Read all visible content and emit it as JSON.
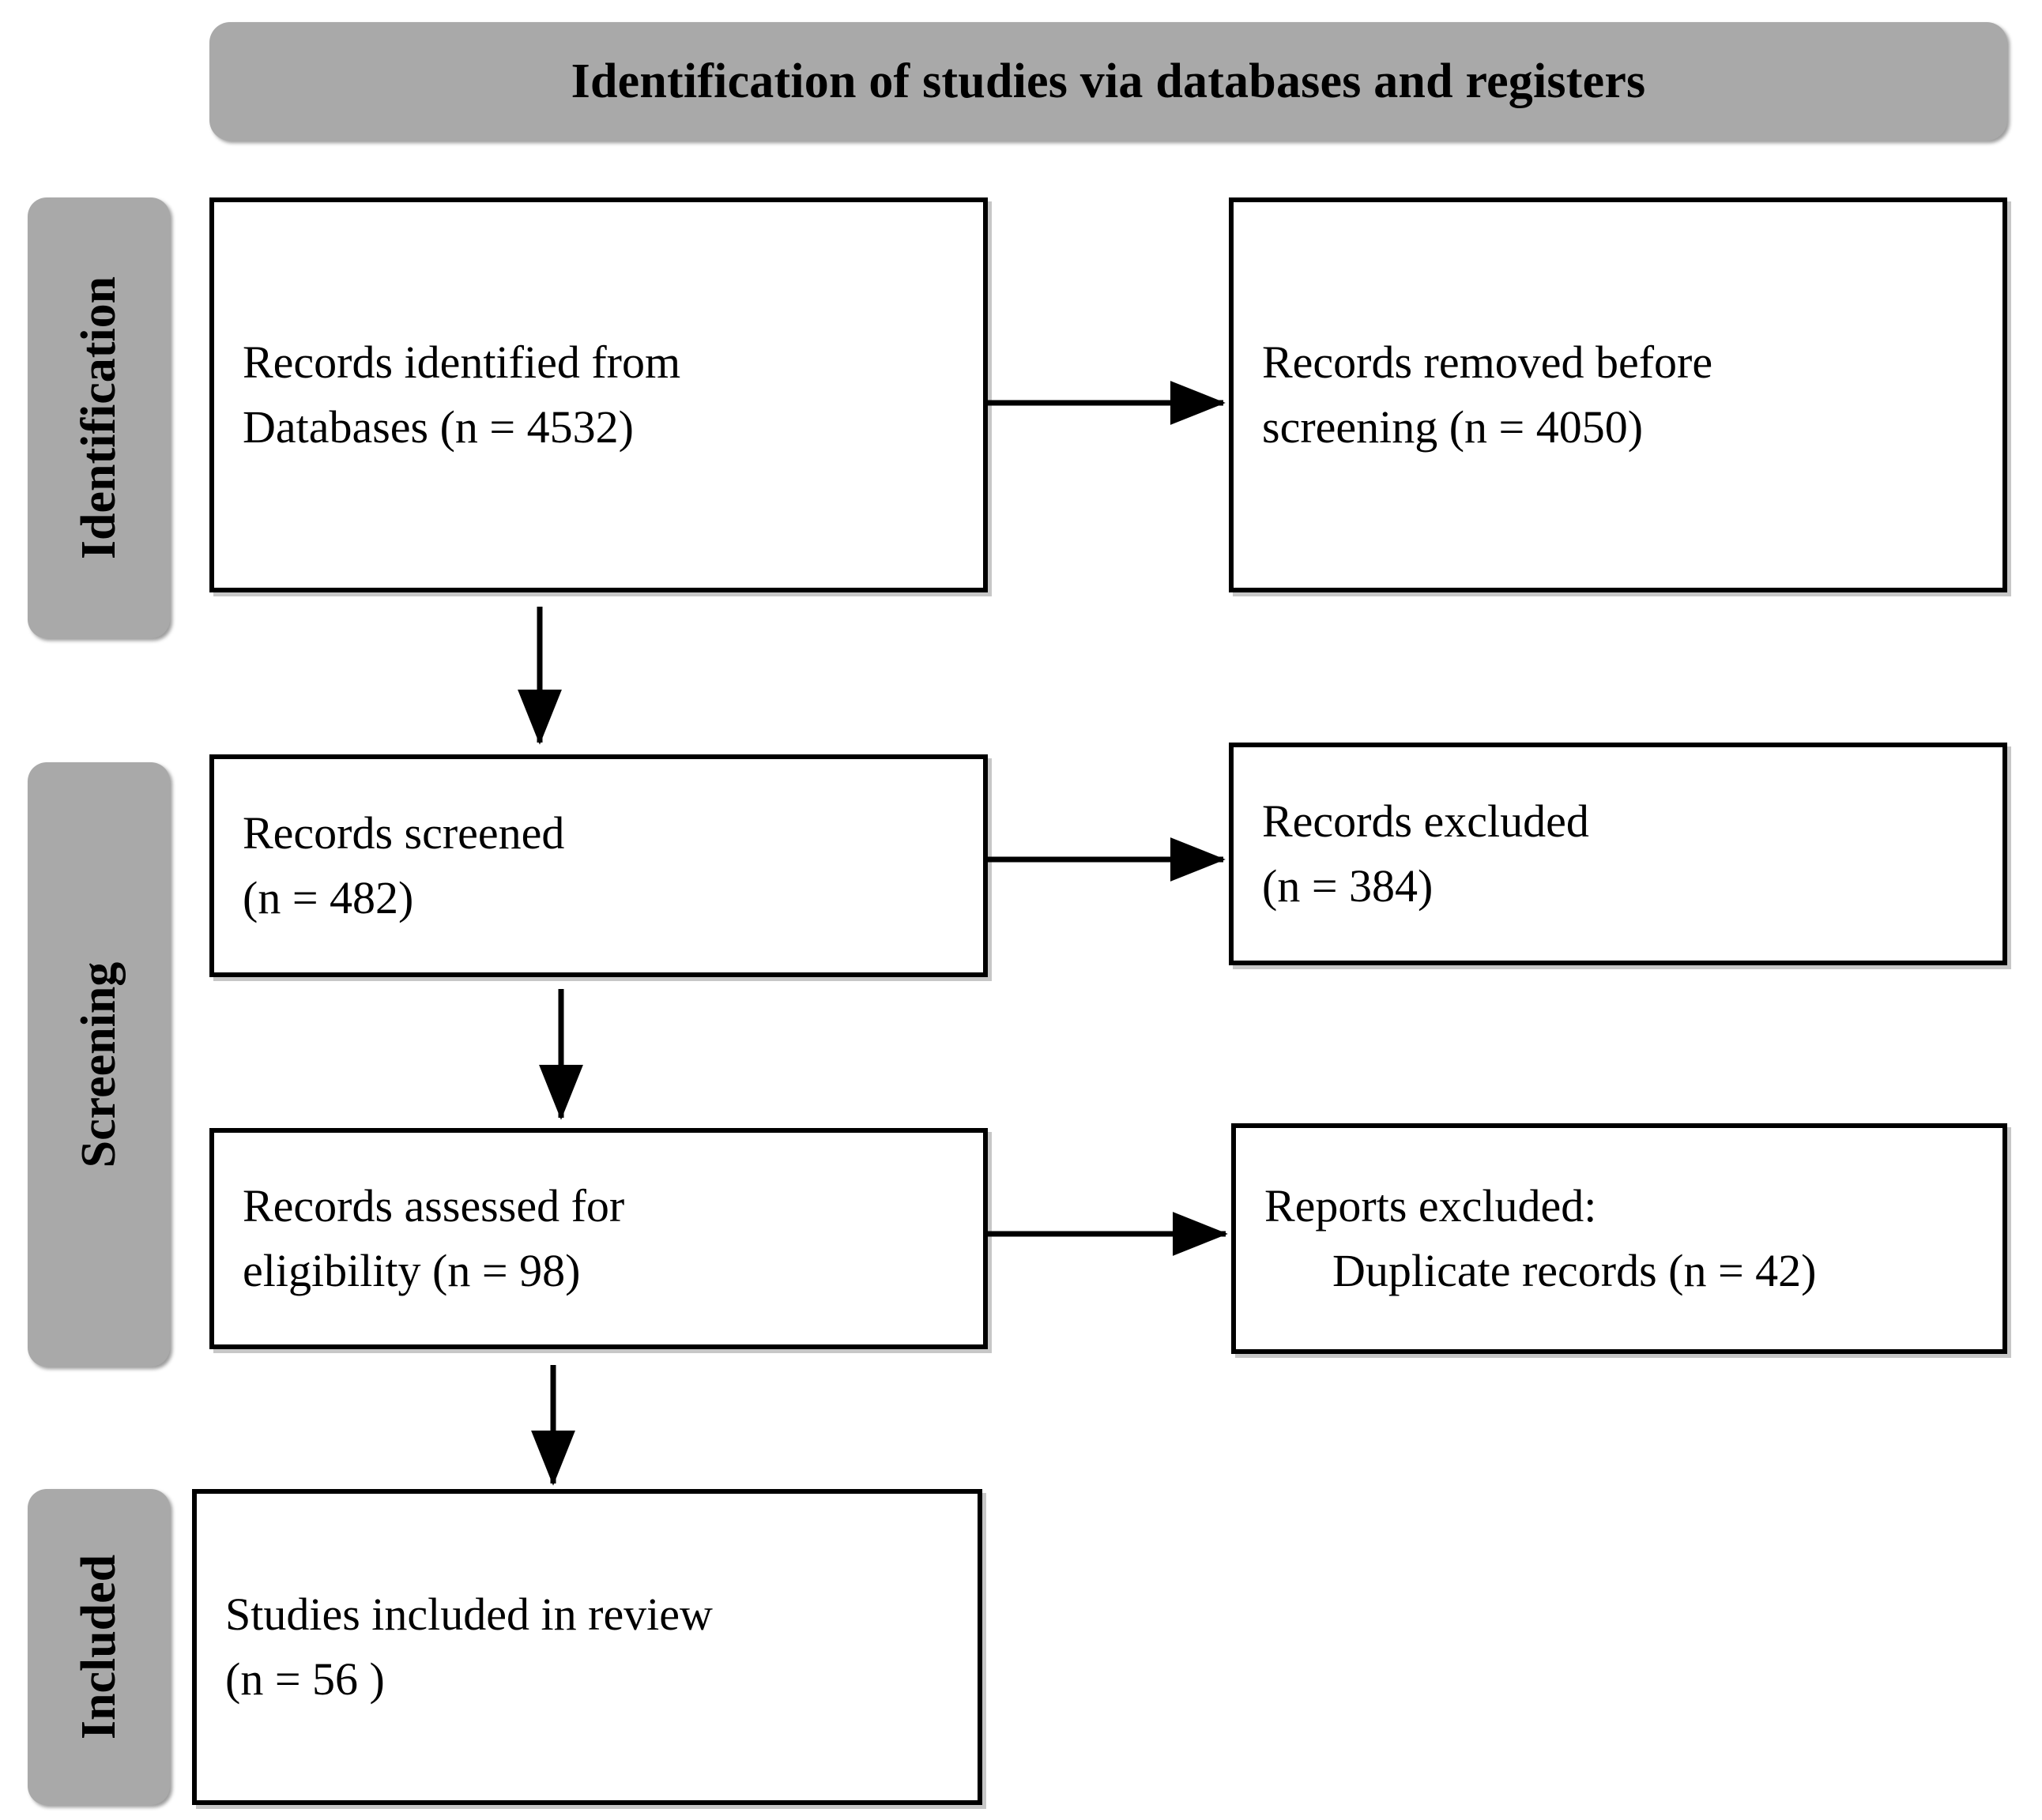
{
  "figure": {
    "type": "prisma-flow-diagram",
    "header": {
      "title": "Identification of studies via databases and registers"
    },
    "colors": {
      "banner_fill": "#a9a9a9",
      "stage_label_fill": "#a9a9a9",
      "box_fill": "#ffffff",
      "stroke": "#000000",
      "page_background": "#ffffff"
    }
  },
  "stages": [
    {
      "id": "identification",
      "label": "Identification"
    },
    {
      "id": "screening",
      "label": "Screening"
    },
    {
      "id": "included",
      "label": "Included"
    }
  ],
  "boxes": {
    "records_identified": {
      "line1": "Records identified from",
      "line2": "Databases (n = 4532)",
      "n": 4532
    },
    "records_removed": {
      "line1": "Records removed before",
      "line2": "screening (n = 4050)",
      "n": 4050
    },
    "records_screened": {
      "line1": "Records screened",
      "line2": "(n = 482)",
      "n": 482
    },
    "records_excluded": {
      "line1": "Records excluded",
      "line2": "(n = 384)",
      "n": 384
    },
    "records_assessed": {
      "line1": "Records assessed for",
      "line2": "eligibility (n = 98)",
      "n": 98
    },
    "reports_excluded": {
      "line1": "Reports excluded:",
      "line2": "Duplicate records (n = 42)",
      "n": 42
    },
    "studies_included": {
      "line1": "Studies included in review",
      "line2": "(n = 56 )",
      "n": 56
    }
  },
  "chart_data": {
    "type": "diagram",
    "title": "Identification of studies via databases and registers",
    "nodes": [
      {
        "id": "records_identified",
        "stage": "Identification",
        "column": "left",
        "text": "Records identified from Databases (n = 4532)",
        "value": 4532
      },
      {
        "id": "records_removed",
        "stage": "Identification",
        "column": "right",
        "text": "Records removed before screening (n = 4050)",
        "value": 4050
      },
      {
        "id": "records_screened",
        "stage": "Screening",
        "column": "left",
        "text": "Records screened (n = 482)",
        "value": 482
      },
      {
        "id": "records_excluded",
        "stage": "Screening",
        "column": "right",
        "text": "Records excluded (n = 384)",
        "value": 384
      },
      {
        "id": "records_assessed",
        "stage": "Screening",
        "column": "left",
        "text": "Records assessed for eligibility (n = 98)",
        "value": 98
      },
      {
        "id": "reports_excluded",
        "stage": "Screening",
        "column": "right",
        "text": "Reports excluded: Duplicate records (n = 42)",
        "value": 42
      },
      {
        "id": "studies_included",
        "stage": "Included",
        "column": "left",
        "text": "Studies included in review (n = 56 )",
        "value": 56
      }
    ],
    "edges": [
      {
        "from": "records_identified",
        "to": "records_removed",
        "direction": "horizontal"
      },
      {
        "from": "records_identified",
        "to": "records_screened",
        "direction": "vertical"
      },
      {
        "from": "records_screened",
        "to": "records_excluded",
        "direction": "horizontal"
      },
      {
        "from": "records_screened",
        "to": "records_assessed",
        "direction": "vertical"
      },
      {
        "from": "records_assessed",
        "to": "reports_excluded",
        "direction": "horizontal"
      },
      {
        "from": "records_assessed",
        "to": "studies_included",
        "direction": "vertical"
      }
    ]
  }
}
